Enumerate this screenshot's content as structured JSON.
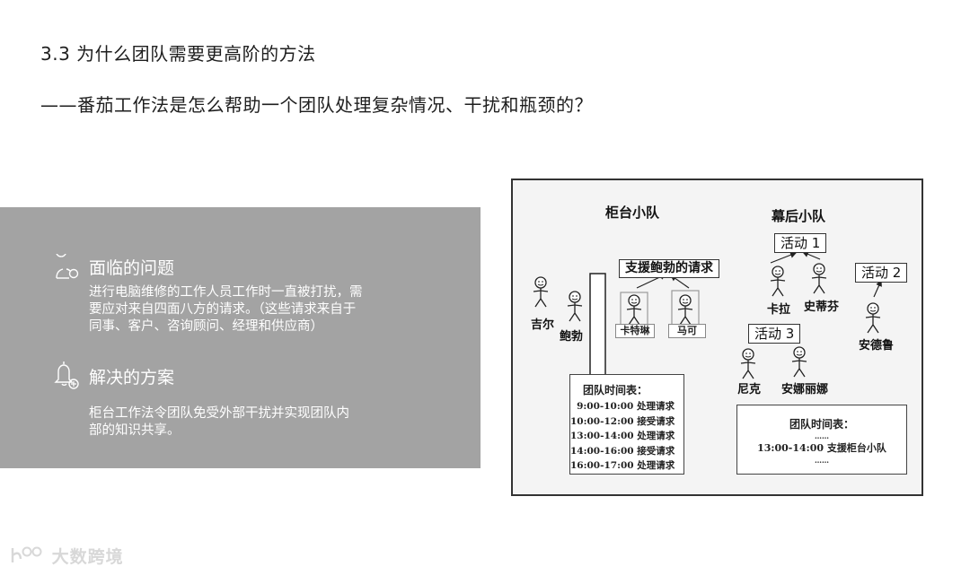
{
  "header": {
    "title": "3.3 为什么团队需要更高阶的方法",
    "subtitle": "——番茄工作法是怎么帮助一个团队处理复杂情况、干扰和瓶颈的？"
  },
  "panel": {
    "background": "#a3a3a3",
    "problem": {
      "icon": "user-search-icon",
      "heading": "面临的问题",
      "lines": [
        "进行电脑维修的工作人员工作时一直被打扰，需",
        "要应对来自四面八方的请求。（这些请求来自于",
        "同事、客户、咨询顾问、经理和供应商）"
      ]
    },
    "solution": {
      "icon": "bell-plus-icon",
      "heading": "解决的方案",
      "lines": [
        "柜台工作法令团队免受外部干扰并实现团队内",
        "部的知识共享。"
      ]
    }
  },
  "diagram": {
    "counter_team": {
      "label": "柜台小队",
      "request_box": "支援鲍勃的请求",
      "people": [
        "吉尔",
        "鲍勃",
        "卡特琳",
        "马可"
      ],
      "schedule": {
        "heading": "团队时间表：",
        "rows": [
          "9:00-10:00 处理请求",
          "10:00-12:00 接受请求",
          "13:00-14:00 处理请求",
          "14:00-16:00 接受请求",
          "16:00-17:00 处理请求"
        ]
      }
    },
    "backstage_team": {
      "label": "幕后小队",
      "activities": [
        "活动 1",
        "活动 2",
        "活动 3"
      ],
      "people": [
        "卡拉",
        "史蒂芬",
        "安德鲁",
        "尼克",
        "安娜丽娜"
      ],
      "schedule": {
        "heading": "团队时间表：",
        "dots_top": "……",
        "row": "13:00-14:00 支援柜台小队",
        "dots_bottom": "……"
      }
    }
  },
  "watermark": {
    "logo": "100-logo-icon",
    "text": "大数跨境"
  }
}
